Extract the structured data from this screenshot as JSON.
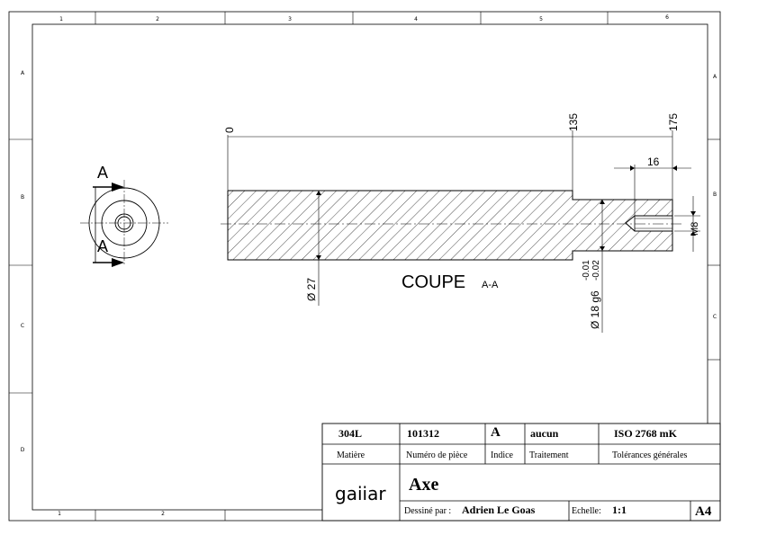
{
  "border": {
    "top_columns": [
      "1",
      "2",
      "3",
      "4",
      "5",
      "6"
    ],
    "bottom_columns": [
      "1",
      "2"
    ],
    "left_rows": [
      "A",
      "B",
      "C",
      "D"
    ],
    "right_rows": [
      "A",
      "B",
      "C"
    ]
  },
  "views": {
    "section_marker_top": "A",
    "section_marker_bottom": "A",
    "section_title": "COUPE",
    "section_suffix": "A-A"
  },
  "dimensions": {
    "origin": "0",
    "pos_shoulder": "135",
    "pos_end": "175",
    "thread_length": "16",
    "thread_size": "M8",
    "main_diameter": "Ø 27",
    "small_diameter": "Ø 18 g6",
    "tol_upper": "-0.01",
    "tol_lower": "-0.02"
  },
  "title_block": {
    "material": "304L",
    "material_label": "Matière",
    "part_number": "101312",
    "part_number_label": "Numéro de pièce",
    "revision": "A",
    "revision_label": "Indice",
    "treatment": "aucun",
    "treatment_label": "Traitement",
    "tolerances": "ISO 2768 mK",
    "tolerances_label": "Tolérances générales",
    "company_logo": "gaiiar",
    "part_name": "Axe",
    "drawn_by_label": "Dessiné par :",
    "drawn_by": "Adrien Le Goas",
    "scale_label": "Echelle:",
    "scale": "1:1",
    "format": "A4"
  }
}
